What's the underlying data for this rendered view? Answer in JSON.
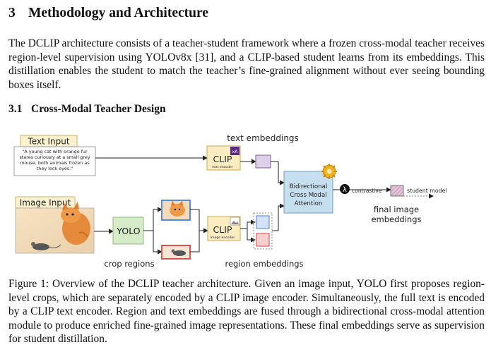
{
  "section": {
    "number": "3",
    "title": "Methodology and Architecture"
  },
  "intro_paragraph": "The DCLIP architecture consists of a teacher-student framework where a frozen cross-modal teacher receives region-level supervision using YOLOv8x [31], and a CLIP-based student learns from its embeddings. This distillation enables the student to match the teacher’s fine-grained alignment without ever seeing bounding boxes itself.",
  "subsection": {
    "number": "3.1",
    "title": "Cross-Modal Teacher Design"
  },
  "figure": {
    "text_input_label": "Text Input",
    "text_input_lines": [
      "\"A young cat with orange fur",
      "stares curiously at a small grey",
      "mouse, both animals frozen as",
      "they lock eyes.\""
    ],
    "image_input_label": "Image Input",
    "text_embeddings_label": "text embeddings",
    "clip_label": "CLIP",
    "text_encoder_label": "text encoder",
    "image_encoder_label": "image encoder",
    "yolo_label": "YOLO",
    "attention_lines": [
      "Bidirectional",
      "Cross Modal",
      "Attention"
    ],
    "contrastive_label": "contrastive",
    "student_model_label": "student model",
    "final_embeddings_lines": [
      "final image",
      "embeddings"
    ],
    "crop_regions_label": "crop regions",
    "region_embeddings_label": "region embeddings",
    "lambda_symbol": "λ",
    "text_badge": "xA",
    "colors": {
      "text_box_fill": "#fdf2cf",
      "clip_fill": "#fcecc2",
      "yolo_fill": "#d6ecc8",
      "attention_fill": "#c6dff0",
      "text_emb_fill": "#ddd0e8",
      "region_emb_blue": "#d4e3f3",
      "region_emb_red": "#f6d0d0",
      "crop_blue": "#4a7fd0",
      "crop_red": "#d94040"
    }
  },
  "caption": "Figure 1: Overview of the DCLIP teacher architecture. Given an image input, YOLO first proposes region-level crops, which are separately encoded by a CLIP image encoder. Simultaneously, the full text is encoded by a CLIP text encoder. Region and text embeddings are fused through a bidirectional cross-modal attention module to produce enriched fine-grained image representations. These final embeddings serve as supervision for student distillation."
}
